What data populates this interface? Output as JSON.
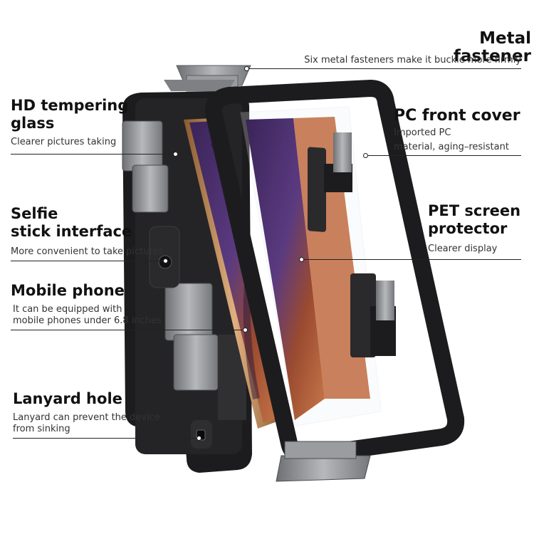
{
  "callouts": {
    "metal_fastener": {
      "title": "Metal fastener",
      "desc": "Six metal fasteners make it buckle more firmly"
    },
    "hd_glass": {
      "title_line1": "HD tempering",
      "title_line2": "glass",
      "desc": "Clearer pictures taking"
    },
    "pc_front_cover": {
      "title": "PC front cover",
      "desc_line1": "Imported PC",
      "desc_line2": "material, aging–resistant"
    },
    "selfie_interface": {
      "title_line1": "Selfie",
      "title_line2": "stick interface",
      "desc": "More convenient to take pictures"
    },
    "pet_protector": {
      "title_line1": "PET screen",
      "title_line2": "protector",
      "desc": "Clearer display"
    },
    "mobile_phone": {
      "title": "Mobile phone",
      "desc_line1": "It can be equipped with",
      "desc_line2": "mobile phones under 6.8 inches"
    },
    "lanyard_hole": {
      "title": "Lanyard hole",
      "desc_line1": "Lanyard can prevent the device",
      "desc_line2": "from sinking"
    }
  },
  "colors": {
    "case_black": "#1c1c1e",
    "metal_gray": "#8e9093",
    "screen_purple": "#4a2f6e",
    "screen_bronze": "#b0603a"
  }
}
